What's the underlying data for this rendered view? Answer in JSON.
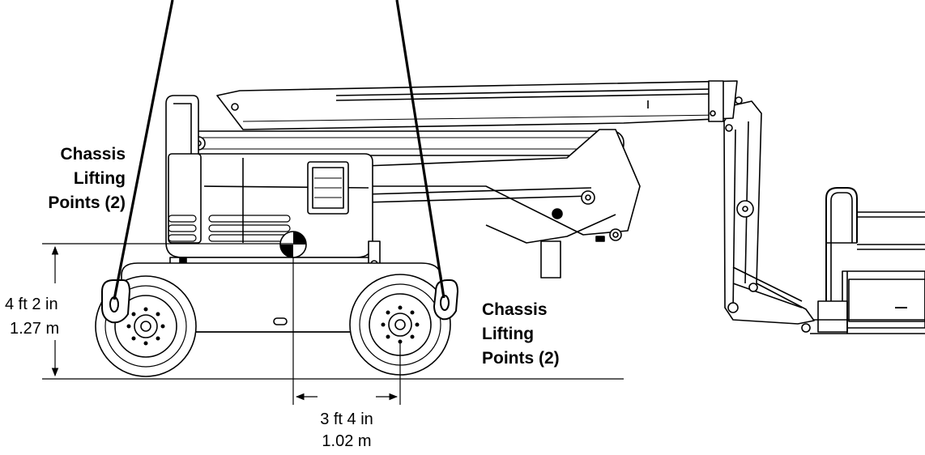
{
  "labels": {
    "left_lift": [
      "Chassis",
      "Lifting",
      "Points (2)"
    ],
    "right_lift": [
      "Chassis",
      "Lifting",
      "Points (2)"
    ]
  },
  "dimensions": {
    "height": {
      "imperial": "4 ft 2 in",
      "metric": "1.27 m"
    },
    "center_of_gravity": {
      "imperial": "3 ft 4 in",
      "metric": "1.02 m"
    }
  },
  "colors": {
    "line": "#000000",
    "fill": "#ffffff",
    "hatch": "#555555"
  }
}
